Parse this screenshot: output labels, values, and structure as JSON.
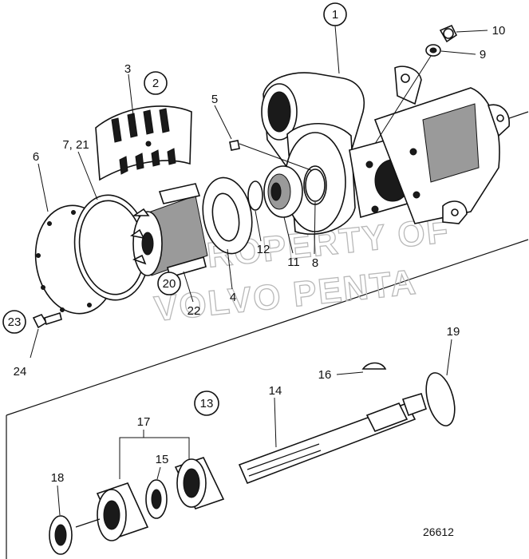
{
  "labels": {
    "l1": "1",
    "l2": "2",
    "l3": "3",
    "l4": "4",
    "l5": "5",
    "l6": "6",
    "l7_21": "7, 21",
    "l8": "8",
    "l9": "9",
    "l10": "10",
    "l11": "11",
    "l12": "12",
    "l13": "13",
    "l14": "14",
    "l15": "15",
    "l16": "16",
    "l17": "17",
    "l18": "18",
    "l19": "19",
    "l20": "20",
    "l22": "22",
    "l23": "23",
    "l24": "24"
  },
  "watermark": {
    "line1": "PROPERTY OF",
    "line2": "VOLVO PENTA"
  },
  "drawing_number": "26612"
}
